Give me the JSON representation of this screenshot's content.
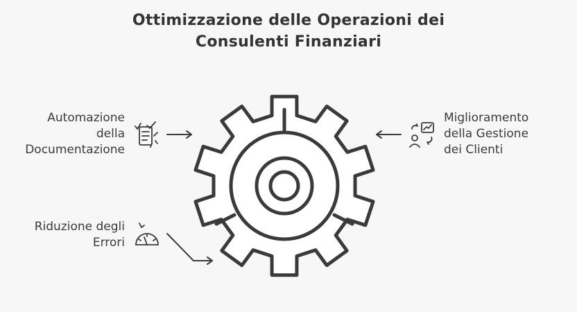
{
  "title": {
    "line1": "Ottimizzazione delle Operazioni dei",
    "line2": "Consulenti Finanziari"
  },
  "items": [
    {
      "id": "automazione",
      "lines": [
        "Automazione",
        "della",
        "Documentazione"
      ],
      "icon": "document-checklist-icon"
    },
    {
      "id": "riduzione",
      "lines": [
        "Riduzione degli",
        "Errori"
      ],
      "icon": "speedometer-gauge-icon"
    },
    {
      "id": "miglioramento",
      "lines": [
        "Miglioramento",
        "della Gestione",
        "dei Clienti"
      ],
      "icon": "client-presentation-icon"
    }
  ],
  "colors": {
    "background": "#f7f7f7",
    "stroke": "#3a3a3a",
    "gear_fill": "#ffffff",
    "text": "#3a3a3a"
  }
}
